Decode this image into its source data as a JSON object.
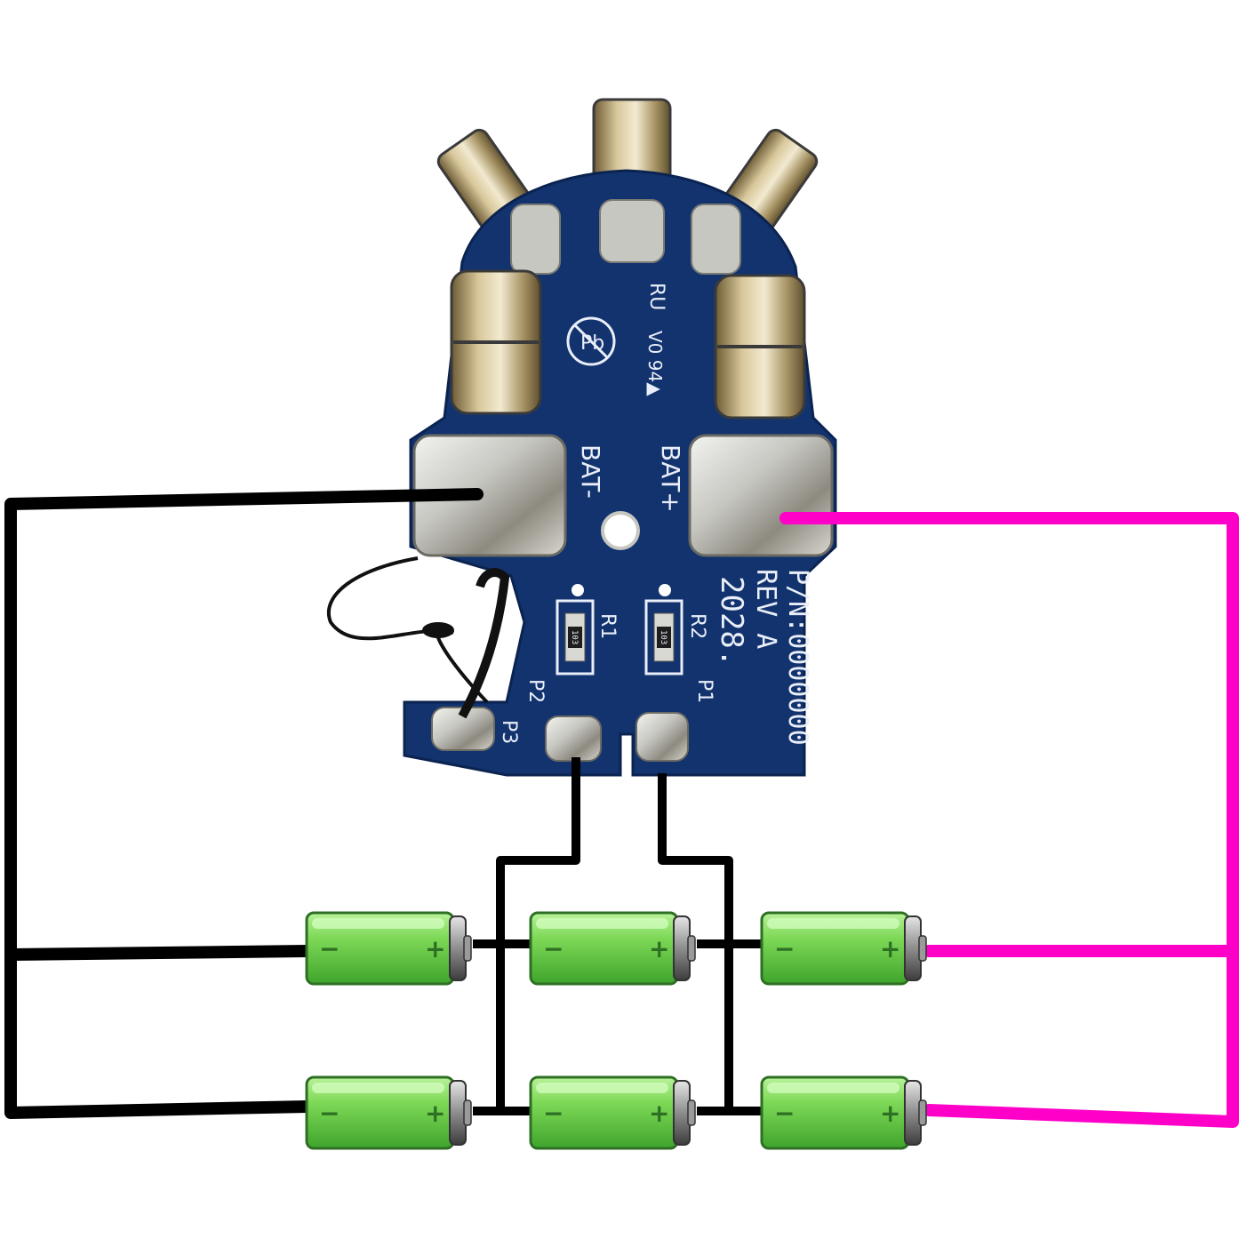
{
  "pcb": {
    "bat_minus_label": "BAT-",
    "bat_plus_label": "BAT+",
    "r1_label": "R1",
    "r2_label": "R2",
    "p1_label": "P1",
    "p2_label": "P2",
    "p3_label": "P3",
    "part_number": "P/N:0000000",
    "revision": "REV A",
    "date_code": "2028.",
    "code_v0": "V0 94▲",
    "code_ru": "RU",
    "resistor_code": "103",
    "pcb_color": "#12336e",
    "pad_color": "#c7c7c2"
  },
  "cells": {
    "rows": 2,
    "columns": 3,
    "minus_sign": "−",
    "plus_sign": "+",
    "body_color": "#7ed957",
    "cap_color": "#8d8d8d"
  },
  "wires": {
    "negative_color": "#000000",
    "positive_color": "#ff00c8",
    "tap_color": "#000000"
  }
}
